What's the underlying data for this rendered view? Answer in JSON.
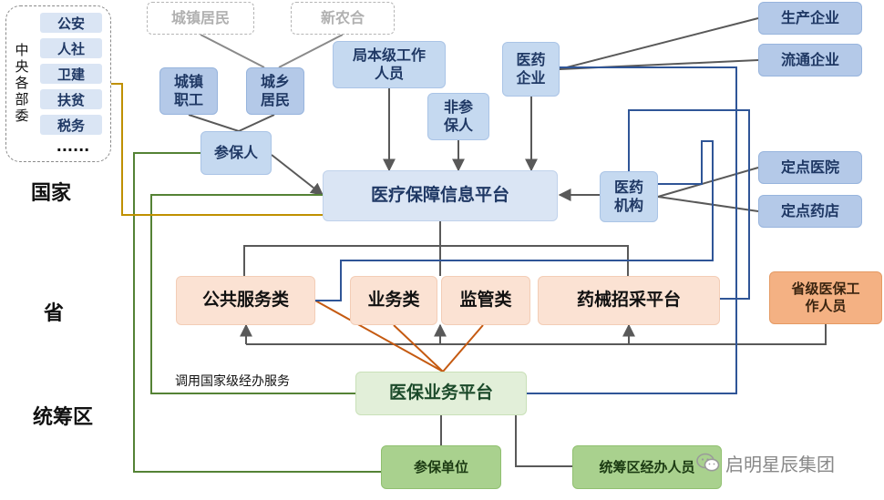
{
  "levels": {
    "national": "国家",
    "province": "省",
    "district": "统筹区"
  },
  "ministries": {
    "title": "中央各部委",
    "items": [
      "公安",
      "人社",
      "卫建",
      "扶贫",
      "税务"
    ],
    "more": "......"
  },
  "nodes": {
    "urban_residents_legacy": "城镇居民",
    "ncms": "新农合",
    "urban_employees": "城镇\n职工",
    "urban_rural_residents": "城乡\n居民",
    "insured": "参保人",
    "bureau_staff": "局本级工作\n人员",
    "non_insured": "非参\n保人",
    "pharma_enterprise": "医药\n企业",
    "manufacturer": "生产企业",
    "distributor": "流通企业",
    "medical_institution": "医药\n机构",
    "designated_hospital": "定点医院",
    "designated_pharmacy": "定点药店",
    "info_platform": "医疗保障信息平台",
    "public_service": "公共服务类",
    "business": "业务类",
    "supervision": "监管类",
    "procurement_platform": "药械招采平台",
    "provincial_staff": "省级医保工\n作人员",
    "business_platform": "医保业务平台",
    "insured_unit": "参保单位",
    "district_handlers": "统筹区经办人员"
  },
  "captions": {
    "call_national_services": "调用国家级经办服务"
  },
  "watermark": {
    "text": "启明星辰集团",
    "icon": "wechat-icon"
  },
  "colors": {
    "gray_line": "#595959",
    "navy_line": "#2f5597",
    "olive_line": "#548235",
    "gold_line": "#bf9000",
    "rust_line": "#c55a11"
  }
}
